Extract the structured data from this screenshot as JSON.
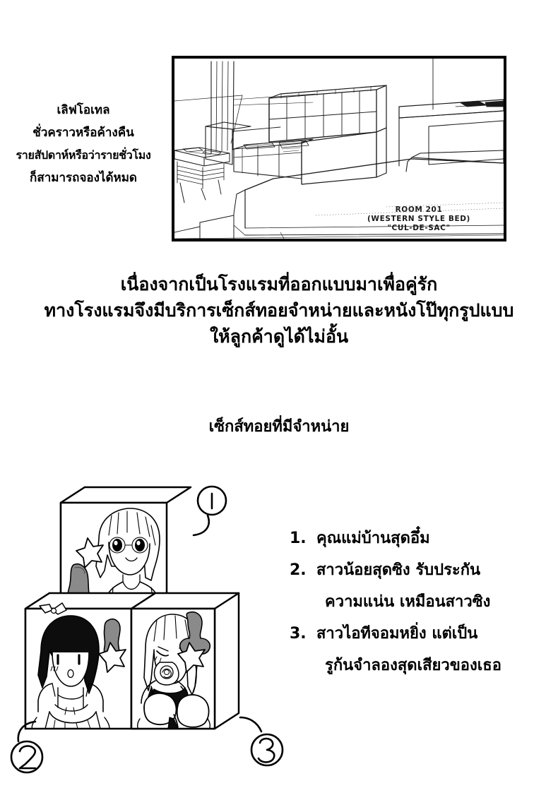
{
  "page": {
    "background_color": "#ffffff",
    "ink_color": "#000000"
  },
  "intro_caption": {
    "lines": [
      "เลิฟโอเทล",
      "ชั่วคราวหรือค้างคืน",
      "รายสัปดาห์หรือว่ารายชั่วโมง",
      "ก็สามารถจองได้หมด"
    ]
  },
  "room_panel": {
    "caption_lines": [
      "ROOM 201",
      "(WESTERN STYLE BED)",
      "\"CUL-DE-SAC\""
    ],
    "border_color": "#000000",
    "scene_items": [
      "sofa",
      "side-table",
      "bed",
      "counter",
      "curtain"
    ]
  },
  "body_paragraph": {
    "lines": [
      "เนื่องจากเป็นโรงแรมที่ออกแบบมาเพื่อคู่รัก",
      "ทางโรงแรมจึงมีบริการเซ็กส์ทอยจำหน่ายและหนังโป๊ทุกรูปแบบ",
      "ให้ลูกค้าดูได้ไม่อั้น"
    ]
  },
  "section_heading": {
    "text": "เซ็กส์ทอยที่มีจำหน่าย"
  },
  "boxes_figure": {
    "callouts": [
      {
        "label": "1",
        "position": "top-right"
      },
      {
        "label": "2",
        "position": "bottom-left"
      },
      {
        "label": "3",
        "position": "bottom-right"
      }
    ],
    "box_count": 3
  },
  "product_list": {
    "items": [
      {
        "number": "1.",
        "lines": [
          "คุณแม่บ้านสุดอึ๋ม"
        ]
      },
      {
        "number": "2.",
        "lines": [
          "สาวน้อยสุดซิง รับประกัน",
          "ความแน่น เหมือนสาวซิง"
        ]
      },
      {
        "number": "3.",
        "lines": [
          "สาวไอทีจอมหยิ่ง แต่เป็น",
          "รูก้นจำลองสุดเสียวของเธอ"
        ]
      }
    ]
  }
}
